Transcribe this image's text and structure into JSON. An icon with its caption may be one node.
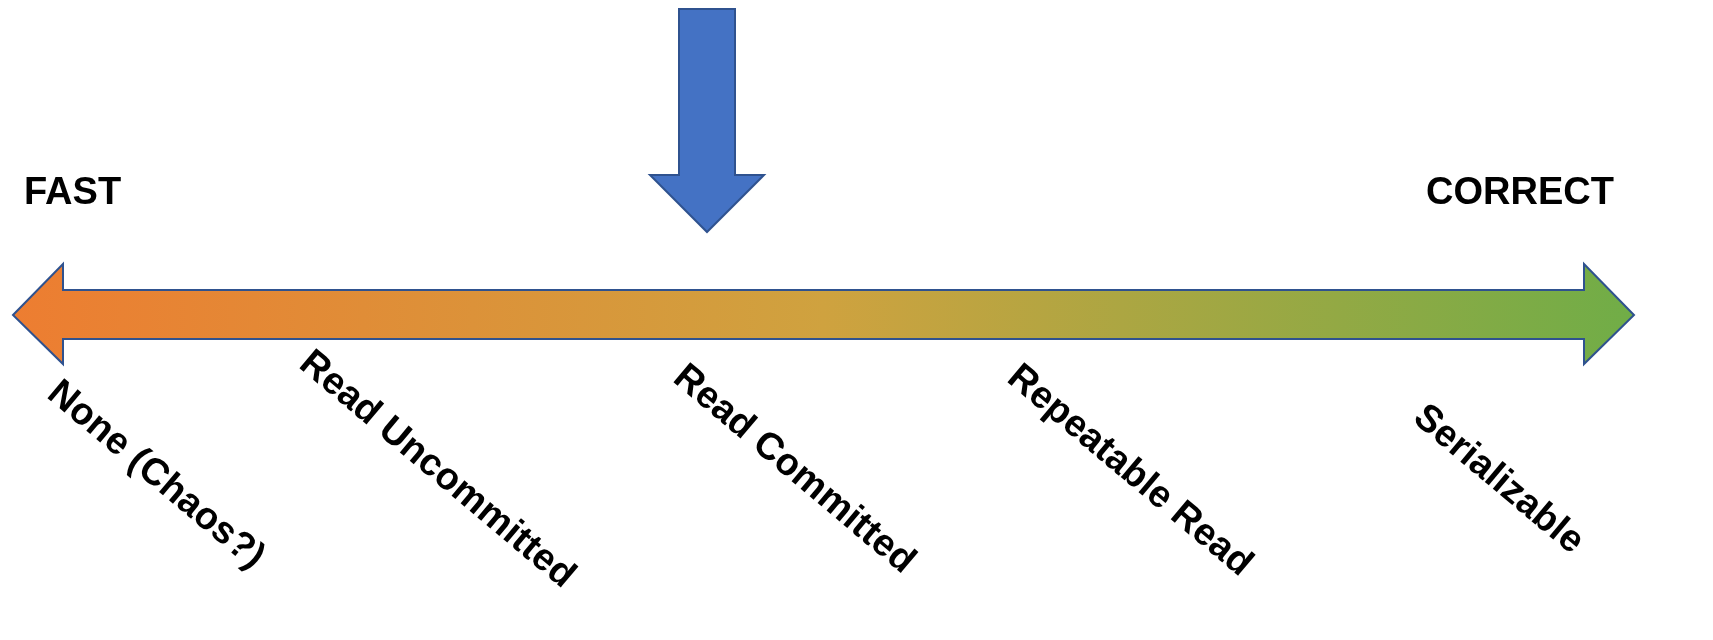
{
  "diagram": {
    "labels": [
      "FAST",
      "CORRECT",
      "None (Chaos?)",
      "Read Uncommitted",
      "Read Committed",
      "Repeatable Read",
      "Serializable"
    ]
  }
}
